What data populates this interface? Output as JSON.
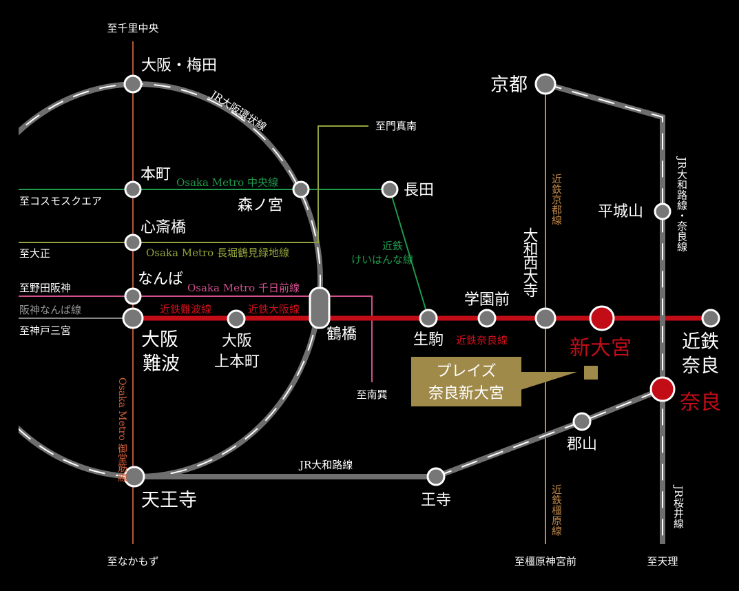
{
  "colors": {
    "kintetsu": "#c20d17",
    "midosuji": "#b5533c",
    "chuo": "#1f9a4c",
    "nagahori": "#94a33c",
    "sennichimae": "#d0508c",
    "kyoto_line": "#c08848",
    "jr": "#6e6e6e",
    "hanshin": "#888888",
    "highlight": "#c20d17",
    "badge": "#a08a4a"
  },
  "stations": {
    "umeda": "大阪・梅田",
    "honmachi": "本町",
    "shinsaibashi": "心斎橋",
    "namba": "なんば",
    "osaka_namba_1": "大阪",
    "osaka_namba_2": "難波",
    "uehonmachi_1": "大阪",
    "uehonmachi_2": "上本町",
    "tsuruhashi": "鶴橋",
    "morinomiya": "森ノ宮",
    "nagata": "長田",
    "ikoma": "生駒",
    "gakuenmae": "学園前",
    "yamato_saidaiji": "大和西大寺",
    "shin_omiya": "新大宮",
    "kintetsu_nara_1": "近鉄",
    "kintetsu_nara_2": "奈良",
    "nara": "奈良",
    "kyoto": "京都",
    "heijoyama": "平城山",
    "koriyama": "郡山",
    "oji": "王寺",
    "tennoji": "天王寺"
  },
  "directions": {
    "senri_chuo": "至千里中央",
    "cosmosquare": "至コスモスクエア",
    "taisho": "至大正",
    "noda_hanshin": "至野田阪神",
    "kobe_sannomiya": "至神戸三宮",
    "kadoma_minami": "至門真南",
    "minami_tatsumi": "至南巽",
    "nakamozu": "至なかもず",
    "kashihara_jingumae": "至橿原神宮前",
    "tenri": "至天理"
  },
  "lines": {
    "loop": "JR大阪環状線",
    "chuo": "Osaka Metro 中央線",
    "nagahori": "Osaka Metro 長堀鶴見緑地線",
    "sennichimae": "Osaka Metro 千日前線",
    "hanshin": "阪神なんば線",
    "kintetsu_namba": "近鉄難波線",
    "kintetsu_osaka": "近鉄大阪線",
    "kintetsu_nara": "近鉄奈良線",
    "keihanna_1": "近鉄",
    "keihanna_2": "けいはんな線",
    "kyoto": "近鉄京都線",
    "kashihara": "近鉄橿原線",
    "midosuji": "Osaka Metro 御堂筋線",
    "yamatoji": "JR大和路線",
    "yamatoji_nara": "JR大和路線・奈良線",
    "sakurai": "JR桜井線"
  },
  "property": {
    "line1": "プレイズ",
    "line2": "奈良新大宮"
  }
}
